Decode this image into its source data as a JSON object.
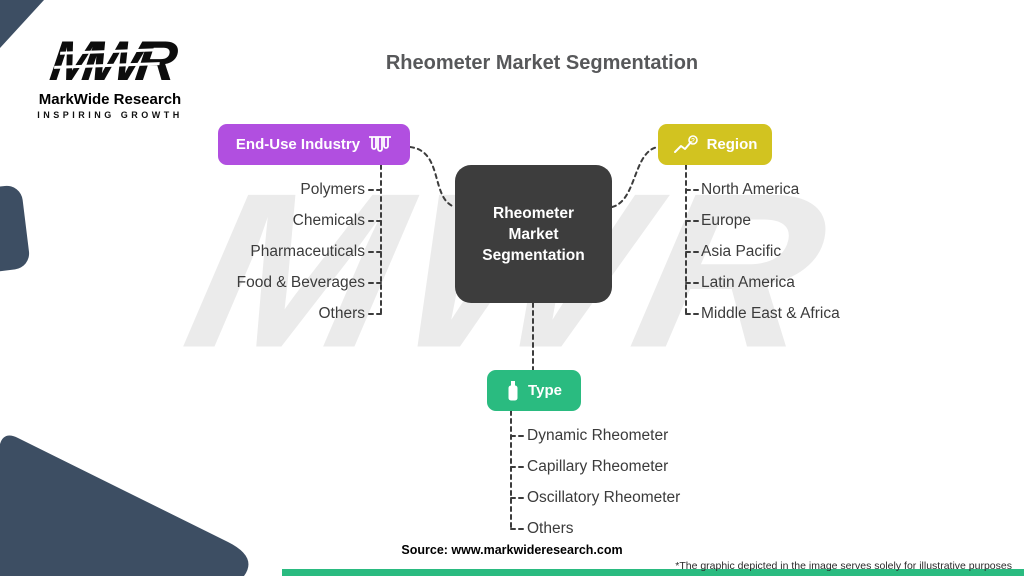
{
  "page": {
    "title": "Rheometer Market Segmentation",
    "source": "Source: www.markwideresearch.com",
    "disclaimer": "*The graphic depicted in the image serves solely for illustrative purposes"
  },
  "logo": {
    "brand": "MWR",
    "name": "MarkWide Research",
    "tagline": "INSPIRING GROWTH"
  },
  "watermark": "MWR",
  "center": {
    "label": "Rheometer Market Segmentation"
  },
  "branches": [
    {
      "label": "End-Use Industry",
      "icon": "test-tubes-icon",
      "color": "#b14fe0",
      "items": [
        "Polymers",
        "Chemicals",
        "Pharmaceuticals",
        "Food & Beverages",
        "Others"
      ]
    },
    {
      "label": "Region",
      "icon": "chart-question-icon",
      "color": "#d2c320",
      "items": [
        "North America",
        "Europe",
        "Asia Pacific",
        "Latin America",
        "Middle East & Africa"
      ]
    },
    {
      "label": "Type",
      "icon": "bottle-icon",
      "color": "#2abb80",
      "items": [
        "Dynamic Rheometer",
        "Capillary Rheometer",
        "Oscillatory Rheometer",
        "Others"
      ]
    }
  ],
  "colors": {
    "center_node": "#3d3d3d",
    "decoration": "#3d4e63",
    "bottom_bar": "#2abb80",
    "connector": "#3c3c3c"
  }
}
